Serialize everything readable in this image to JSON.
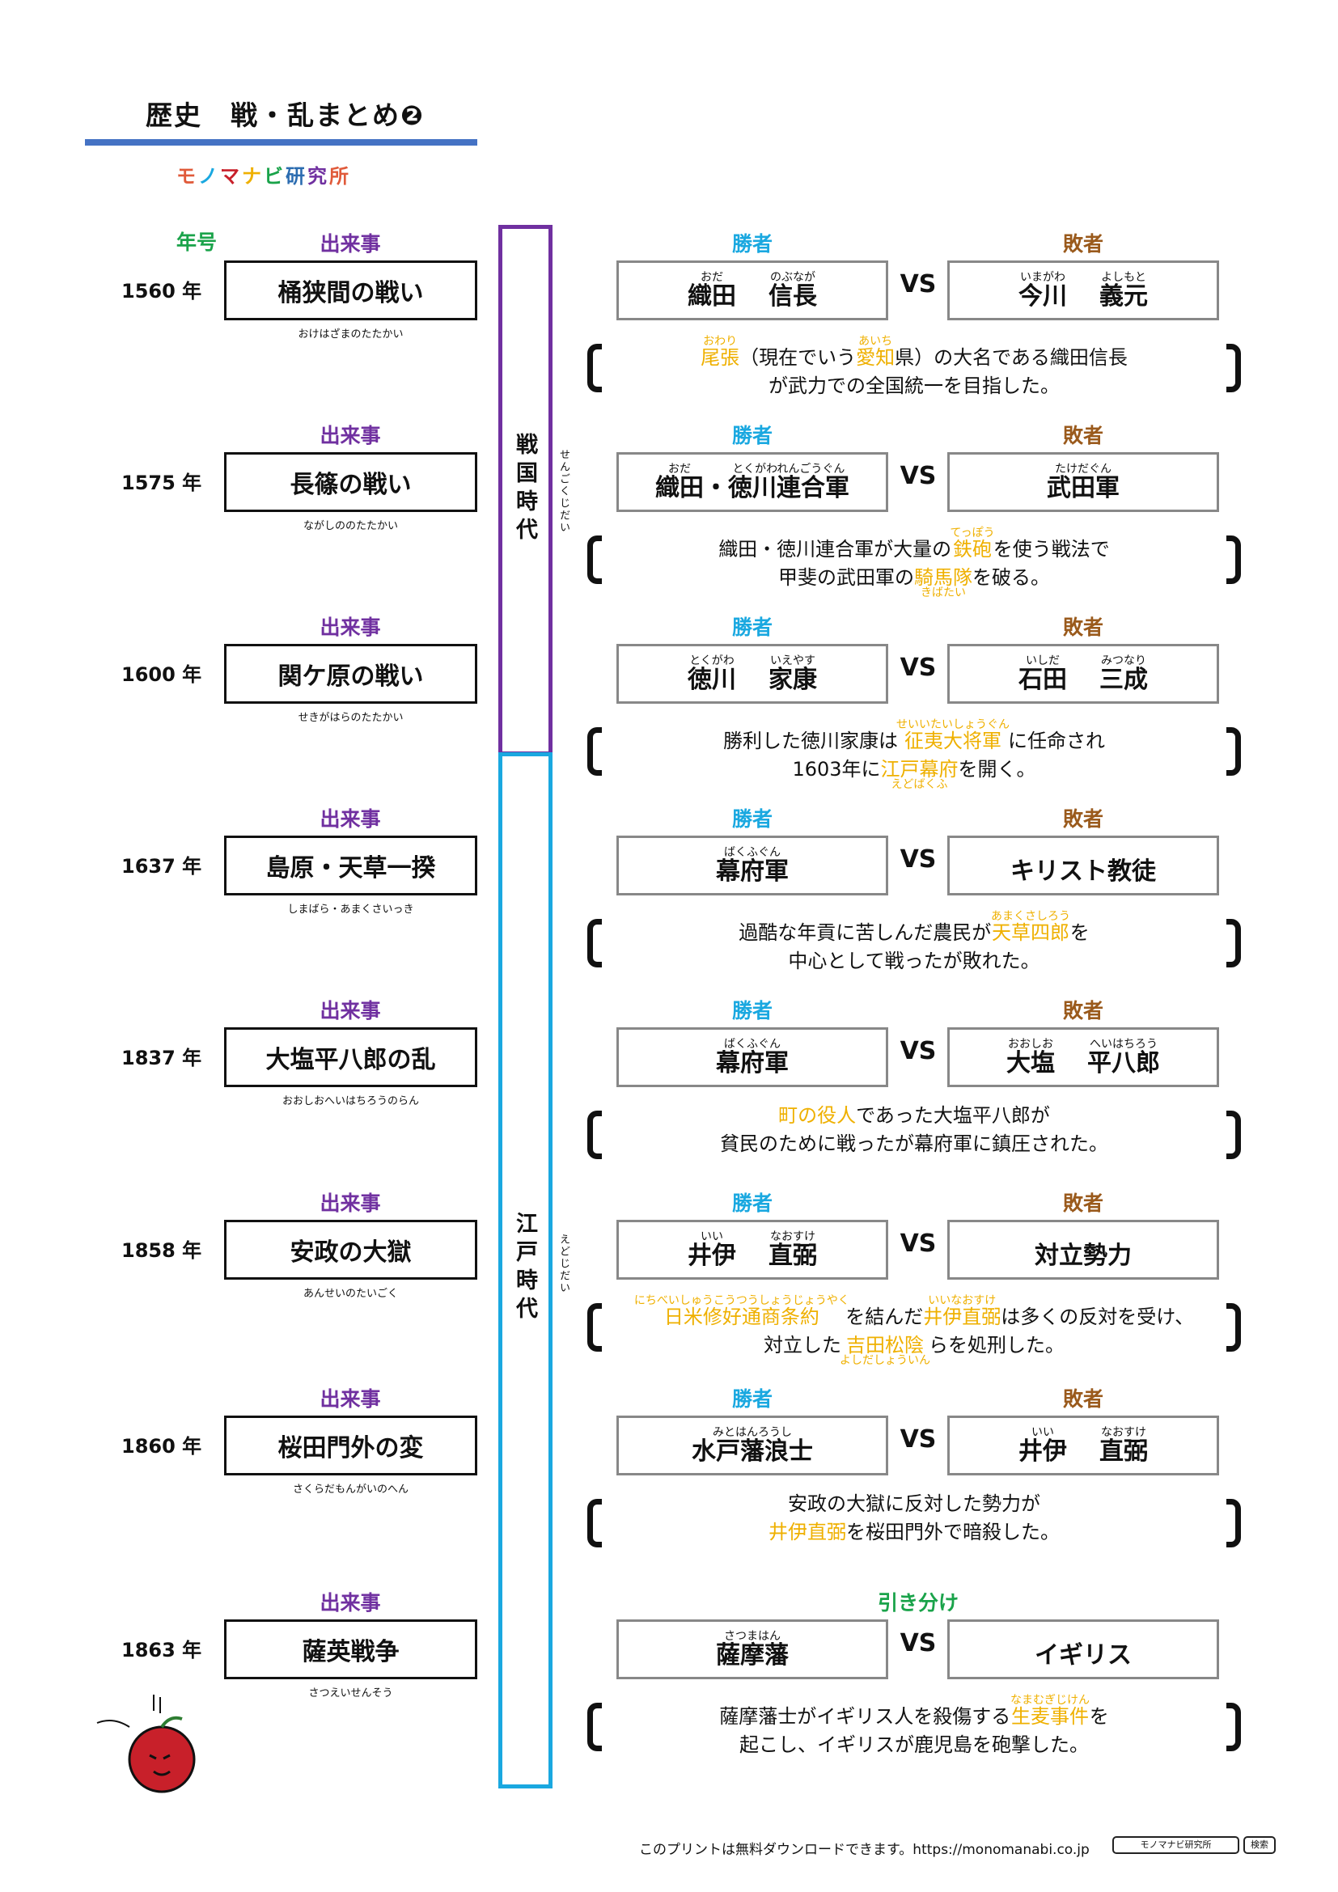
{
  "title": "歴史　戦・乱まとめ❷",
  "logo": "モノマナビ研究所",
  "headers": {
    "year": "年号",
    "event": "出来事",
    "winner": "勝者",
    "loser": "敗者",
    "draw": "引き分け",
    "vs": "VS"
  },
  "eras": [
    {
      "name": "戦国時代",
      "reading": "せんごくじだい",
      "color": "#7030a0"
    },
    {
      "name": "江戸時代",
      "reading": "えどじだい",
      "color": "#1aa8e0"
    }
  ],
  "colors": {
    "year_header": "#1aa34a",
    "event_header": "#7030a0",
    "winner": "#1aa8e0",
    "loser": "#9a5a1c",
    "draw": "#1aa34a",
    "highlight": "#efb000",
    "title_line": "#4472c4"
  },
  "rows": [
    {
      "year": "1560 年",
      "event": "桶狭間の戦い",
      "reading": "おけはざまのたたかい",
      "winner": [
        {
          "t": "織田",
          "r": "おだ"
        },
        {
          "t": "信長",
          "r": "のぶなが",
          "gap": true
        }
      ],
      "loser": [
        {
          "t": "今川",
          "r": "いまがわ"
        },
        {
          "t": "義元",
          "r": "よしもと",
          "gap": true
        }
      ],
      "lines": [
        [
          {
            "t": "尾張",
            "r": "おわり",
            "hl": true
          },
          {
            "t": "（現在でいう"
          },
          {
            "t": "愛知",
            "r": "あいち",
            "hl": true
          },
          {
            "t": "県）の大名である織田信長"
          }
        ],
        [
          {
            "t": "が武力での全国統一を目指した。"
          }
        ]
      ]
    },
    {
      "year": "1575 年",
      "event": "長篠の戦い",
      "reading": "ながしののたたかい",
      "winner": [
        {
          "t": "織田",
          "r": "おだ"
        },
        {
          "t": "・"
        },
        {
          "t": "徳川連合軍",
          "r": "とくがわれんごうぐん"
        }
      ],
      "loser": [
        {
          "t": "武田軍",
          "r": "たけだぐん"
        }
      ],
      "lines": [
        [
          {
            "t": "織田・徳川連合軍が大量の"
          },
          {
            "t": "鉄砲",
            "r": "てっぽう",
            "hl": true
          },
          {
            "t": "を使う戦法で"
          }
        ],
        [
          {
            "t": "甲斐の武田軍の"
          },
          {
            "t": "騎馬隊",
            "r": "きばたい",
            "hl": true,
            "under": true
          },
          {
            "t": "を破る。"
          }
        ]
      ]
    },
    {
      "year": "1600 年",
      "event": "関ケ原の戦い",
      "reading": "せきがはらのたたかい",
      "winner": [
        {
          "t": "徳川",
          "r": "とくがわ"
        },
        {
          "t": "家康",
          "r": "いえやす",
          "gap": true
        }
      ],
      "loser": [
        {
          "t": "石田",
          "r": "いしだ"
        },
        {
          "t": "三成",
          "r": "みつなり",
          "gap": true
        }
      ],
      "lines": [
        [
          {
            "t": "勝利した徳川家康は"
          },
          {
            "t": "征夷大将軍",
            "r": "せいいたいしょうぐん",
            "hl": true
          },
          {
            "t": "に任命され"
          }
        ],
        [
          {
            "t": "1603年に"
          },
          {
            "t": "江戸幕府",
            "r": "えどばくふ",
            "hl": true,
            "under": true
          },
          {
            "t": "を開く。"
          }
        ]
      ]
    },
    {
      "year": "1637 年",
      "event": "島原・天草一揆",
      "reading": "しまばら・あまくさいっき",
      "winner": [
        {
          "t": "幕府軍",
          "r": "ばくふぐん"
        }
      ],
      "loser": [
        {
          "t": "キリスト教徒"
        }
      ],
      "lines": [
        [
          {
            "t": "過酷な年貢に苦しんだ農民が"
          },
          {
            "t": "天草四郎",
            "r": "あまくさしろう",
            "hl": true
          },
          {
            "t": "を"
          }
        ],
        [
          {
            "t": "中心として戦ったが敗れた。"
          }
        ]
      ]
    },
    {
      "year": "1837 年",
      "event": "大塩平八郎の乱",
      "reading": "おおしおへいはちろうのらん",
      "winner": [
        {
          "t": "幕府軍",
          "r": "ばくふぐん"
        }
      ],
      "loser": [
        {
          "t": "大塩",
          "r": "おおしお"
        },
        {
          "t": "平八郎",
          "r": "へいはちろう",
          "gap": true
        }
      ],
      "lines": [
        [
          {
            "t": "町の役人",
            "hl": true
          },
          {
            "t": "であった大塩平八郎が"
          }
        ],
        [
          {
            "t": "貧民のために戦ったが幕府軍に鎮圧された。"
          }
        ]
      ]
    },
    {
      "year": "1858 年",
      "event": "安政の大獄",
      "reading": "あんせいのたいごく",
      "winner": [
        {
          "t": "井伊",
          "r": "いい"
        },
        {
          "t": "直弼",
          "r": "なおすけ",
          "gap": true
        }
      ],
      "loser": [
        {
          "t": "対立勢力"
        }
      ],
      "lines": [
        [
          {
            "t": "日米修好通商条約",
            "r": "にちべいしゅうこうつうしょうじょうやく",
            "hl": true
          },
          {
            "t": "を結んだ"
          },
          {
            "t": "井伊直弼",
            "r": "いいなおすけ",
            "hl": true
          },
          {
            "t": "は多くの反対を受け、"
          }
        ],
        [
          {
            "t": "対立した"
          },
          {
            "t": "吉田松陰",
            "r": "よしだしょういん",
            "hl": true,
            "under": true
          },
          {
            "t": "らを処刑した。"
          }
        ]
      ]
    },
    {
      "year": "1860 年",
      "event": "桜田門外の変",
      "reading": "さくらだもんがいのへん",
      "winner": [
        {
          "t": "水戸藩浪士",
          "r": "みとはんろうし"
        }
      ],
      "loser": [
        {
          "t": "井伊",
          "r": "いい"
        },
        {
          "t": "直弼",
          "r": "なおすけ",
          "gap": true
        }
      ],
      "lines": [
        [
          {
            "t": "安政の大獄に反対した勢力が"
          }
        ],
        [
          {
            "t": "井伊直弼",
            "hl": true
          },
          {
            "t": "を桜田門外で暗殺した。"
          }
        ]
      ]
    },
    {
      "year": "1863 年",
      "event": "薩英戦争",
      "reading": "さつえいせんそう",
      "draw": true,
      "winner": [
        {
          "t": "薩摩藩",
          "r": "さつまはん"
        }
      ],
      "loser": [
        {
          "t": "イギリス"
        }
      ],
      "lines": [
        [
          {
            "t": "薩摩藩士がイギリス人を殺傷する"
          },
          {
            "t": "生麦事件",
            "r": "なまむぎじけん",
            "hl": true
          },
          {
            "t": "を"
          }
        ],
        [
          {
            "t": "起こし、イギリスが鹿児島を砲撃した。"
          }
        ]
      ]
    }
  ],
  "footer": {
    "text": "このプリントは無料ダウンロードできます。https://monomanabi.co.jp",
    "search_value": "モノマナビ研究所",
    "search_button": "検索"
  }
}
